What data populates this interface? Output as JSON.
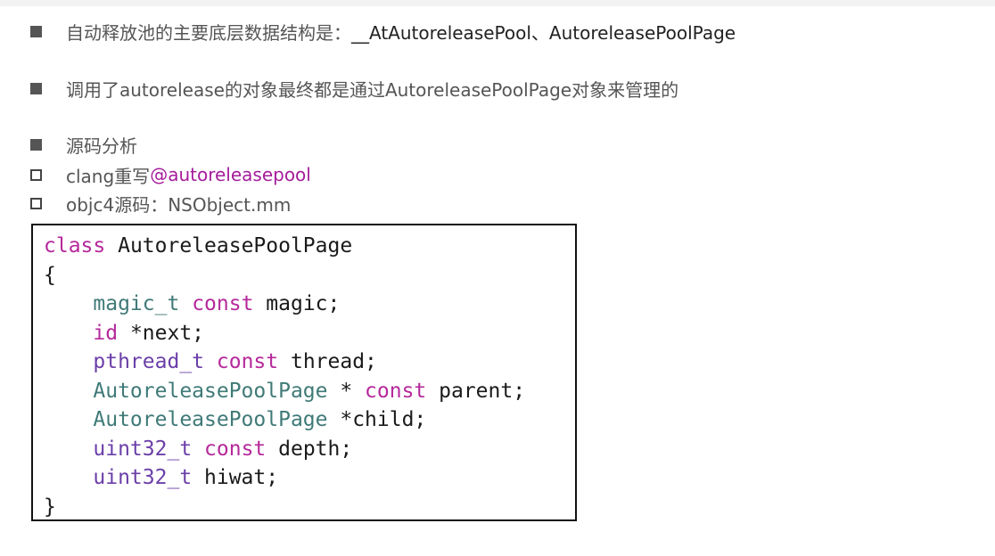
{
  "bullets": [
    {
      "type": "filled",
      "text": "自动释放池的主要底层数据结构是：",
      "highlight": "__AtAutoreleasePool、AutoreleasePoolPage"
    },
    {
      "type": "filled",
      "text": "调用了autorelease的对象最终都是通过AutoreleasePoolPage对象来管理的"
    },
    {
      "type": "filled",
      "text": "源码分析"
    },
    {
      "type": "hollow",
      "text": "clang重写",
      "highlight": "@autoreleasepool"
    },
    {
      "type": "hollow",
      "text": "objc4源码：NSObject.mm"
    }
  ],
  "code": {
    "l1_kw": "class",
    "l1_name": " AutoreleasePoolPage",
    "l2": "{",
    "l3_type": "magic_t",
    "l3_kw": "const",
    "l3_rest": " magic;",
    "l4_type": "id",
    "l4_rest": " *next;",
    "l5_type": "pthread_t",
    "l5_kw": "const",
    "l5_rest": " thread;",
    "l6_type": "AutoreleasePoolPage",
    "l6_mid": " * ",
    "l6_kw": "const",
    "l6_rest": " parent;",
    "l7_type": "AutoreleasePoolPage",
    "l7_rest": " *child;",
    "l8_type": "uint32_t",
    "l8_kw": "const",
    "l8_rest": " depth;",
    "l9_type": "uint32_t",
    "l9_rest": " hiwat;",
    "l10": "}"
  }
}
